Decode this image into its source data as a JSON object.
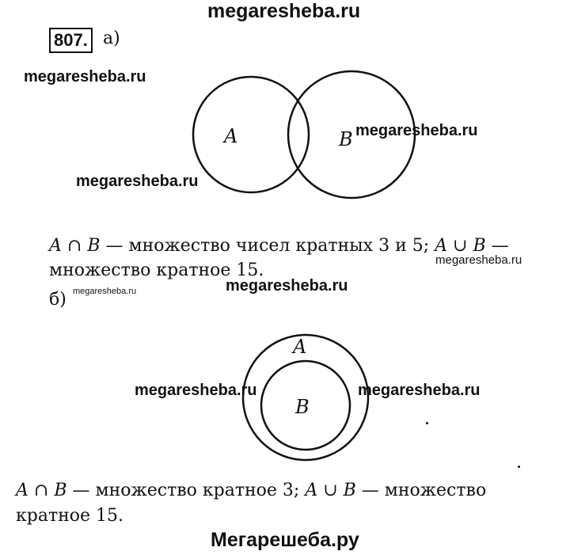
{
  "watermarks": {
    "top": "megaresheba.ru",
    "w1": "megaresheba.ru",
    "w2": "megaresheba.ru",
    "w3": "megaresheba.ru",
    "w4": "megaresheba.ru",
    "w5": "megaresheba.ru",
    "w6": "megaresheba.ru",
    "w7": "megaresheba.ru",
    "w8": "megaresheba.ru",
    "bottom": "Мегарешеба.ру"
  },
  "problem": {
    "number": "807.",
    "part_a": {
      "label": "а)",
      "set_a": "A",
      "set_b": "B",
      "line1_setA": "A",
      "line1_op": " ∩ ",
      "line1_setB": "B",
      "line1_text": " — множество чисел кратных 3 и 5; ",
      "line1_setA2": "A",
      "line1_op2": " ∪ ",
      "line1_setB2": "B",
      "line1_dash": " —",
      "line2": "множество кратное 15."
    },
    "part_b": {
      "label": "б)",
      "set_a": "A",
      "set_b": "B",
      "line1_setA": "A",
      "line1_op": " ∩ ",
      "line1_setB": "B",
      "line1_text": " — множество кратное 3; ",
      "line1_setA2": "A",
      "line1_op2": " ∪ ",
      "line1_setB2": "B",
      "line1_text2": " — множество",
      "line2": "кратное 15."
    }
  }
}
